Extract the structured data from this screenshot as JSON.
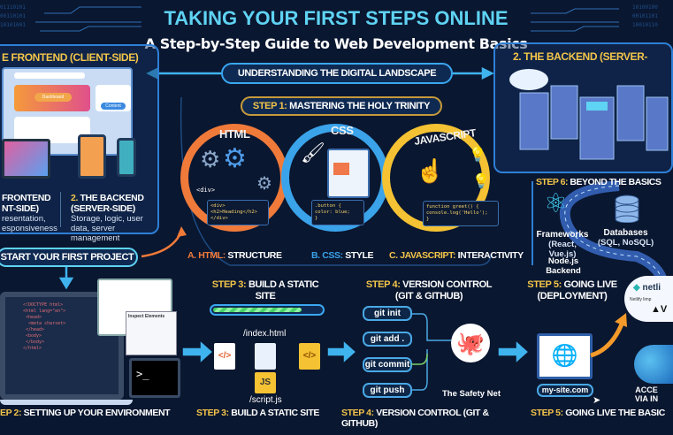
{
  "header": {
    "title": "TAKING YOUR FIRST STEPS ONLINE",
    "subtitle": "A Step-by-Step Guide to Web Development Basics"
  },
  "banner": {
    "landscape": "UNDERSTANDING THE DIGITAL LANDSCAPE",
    "start_project": "START YOUR FIRST PROJECT"
  },
  "frontend": {
    "title": "E FRONTEND (CLIENT-SIDE)",
    "mock_button": "Dashboard",
    "mock_content": "Content",
    "left_col": {
      "title_1": "FRONTEND",
      "title_2": "NT-SIDE)",
      "desc_1": "resentation,",
      "desc_2": "esponsiveness"
    },
    "right_col": {
      "title_num": "2.",
      "title_1": "THE BACKEND",
      "title_2": "(SERVER-SIDE)",
      "desc": "Storage, logic, user data, server management"
    }
  },
  "backend": {
    "title_num": "2.",
    "title": "THE BACKEND (SERVER-"
  },
  "step1": {
    "label_step": "STEP 1:",
    "label": "MASTERING THE HOLY TRINITY",
    "html": {
      "name": "HTML",
      "tag": "<div>",
      "code": [
        "<div>",
        "  <h2>Heading</h2>",
        "</div>"
      ],
      "caption_key": "A. HTML:",
      "caption": "STRUCTURE",
      "color": "#f07a3a"
    },
    "css": {
      "name": "CSS",
      "code": [
        ".button {",
        "  color: blue;",
        "}"
      ],
      "caption_key": "B. CSS:",
      "caption": "STYLE",
      "color": "#3aa3ea"
    },
    "js": {
      "name": "JAVASCRIPT",
      "code": [
        "function greet() {",
        "  console.log('Hello');",
        "}"
      ],
      "caption_key": "C. JAVASCRIPT:",
      "caption": "INTERACTIVITY",
      "color": "#f4c233"
    }
  },
  "step6": {
    "label_step": "STEP 6:",
    "label": "BEYOND THE BASICS",
    "items": [
      {
        "title": "Frameworks",
        "sub": "(React, Vue.js)",
        "icon": "react-atom-icon"
      },
      {
        "title": "Databases",
        "sub": "(SQL, NoSQL)",
        "icon": "database-icon"
      }
    ],
    "node": "Node.js Backend"
  },
  "step2": {
    "caption_step": "EP 2:",
    "caption": "SETTING UP YOUR ENVIRONMENT",
    "terminal": ">_",
    "inspect_title": "Inspect Elements"
  },
  "step3": {
    "label_step": "STEP 3:",
    "label": "BUILD A STATIC SITE",
    "progress": 0.82,
    "file_index": "/index.html",
    "file_script": "/script.js",
    "js_badge": "JS",
    "caption_step": "STEP 3:",
    "caption": "BUILD A STATIC SITE"
  },
  "step4": {
    "label_step": "STEP 4:",
    "label": "VERSION CONTROL",
    "label_2": "(GIT & GITHUB)",
    "commands": [
      "git init",
      "git add .",
      "git commit",
      "git push"
    ],
    "safety": "The Safety Net",
    "caption_step": "STEP 4:",
    "caption": "VERSION CONTROL (GIT & GITHUB)"
  },
  "step5": {
    "label_step": "STEP 5:",
    "label": "GOING LIVE",
    "label_2": "(DEPLOYMENT)",
    "site": "my-site.com",
    "cloud": [
      "netli",
      "Netlify limp",
      "V"
    ],
    "access_1": "ACCE",
    "access_2": "VIA IN",
    "caption_step": "STEP 5:",
    "caption": "GOING LIVE THE BASIC"
  },
  "colors": {
    "background": "#0a1730",
    "accent_cyan": "#5fd3f3",
    "accent_yellow": "#f3c54a",
    "html": "#f07a3a",
    "css": "#3aa3ea",
    "js": "#f4c233"
  }
}
